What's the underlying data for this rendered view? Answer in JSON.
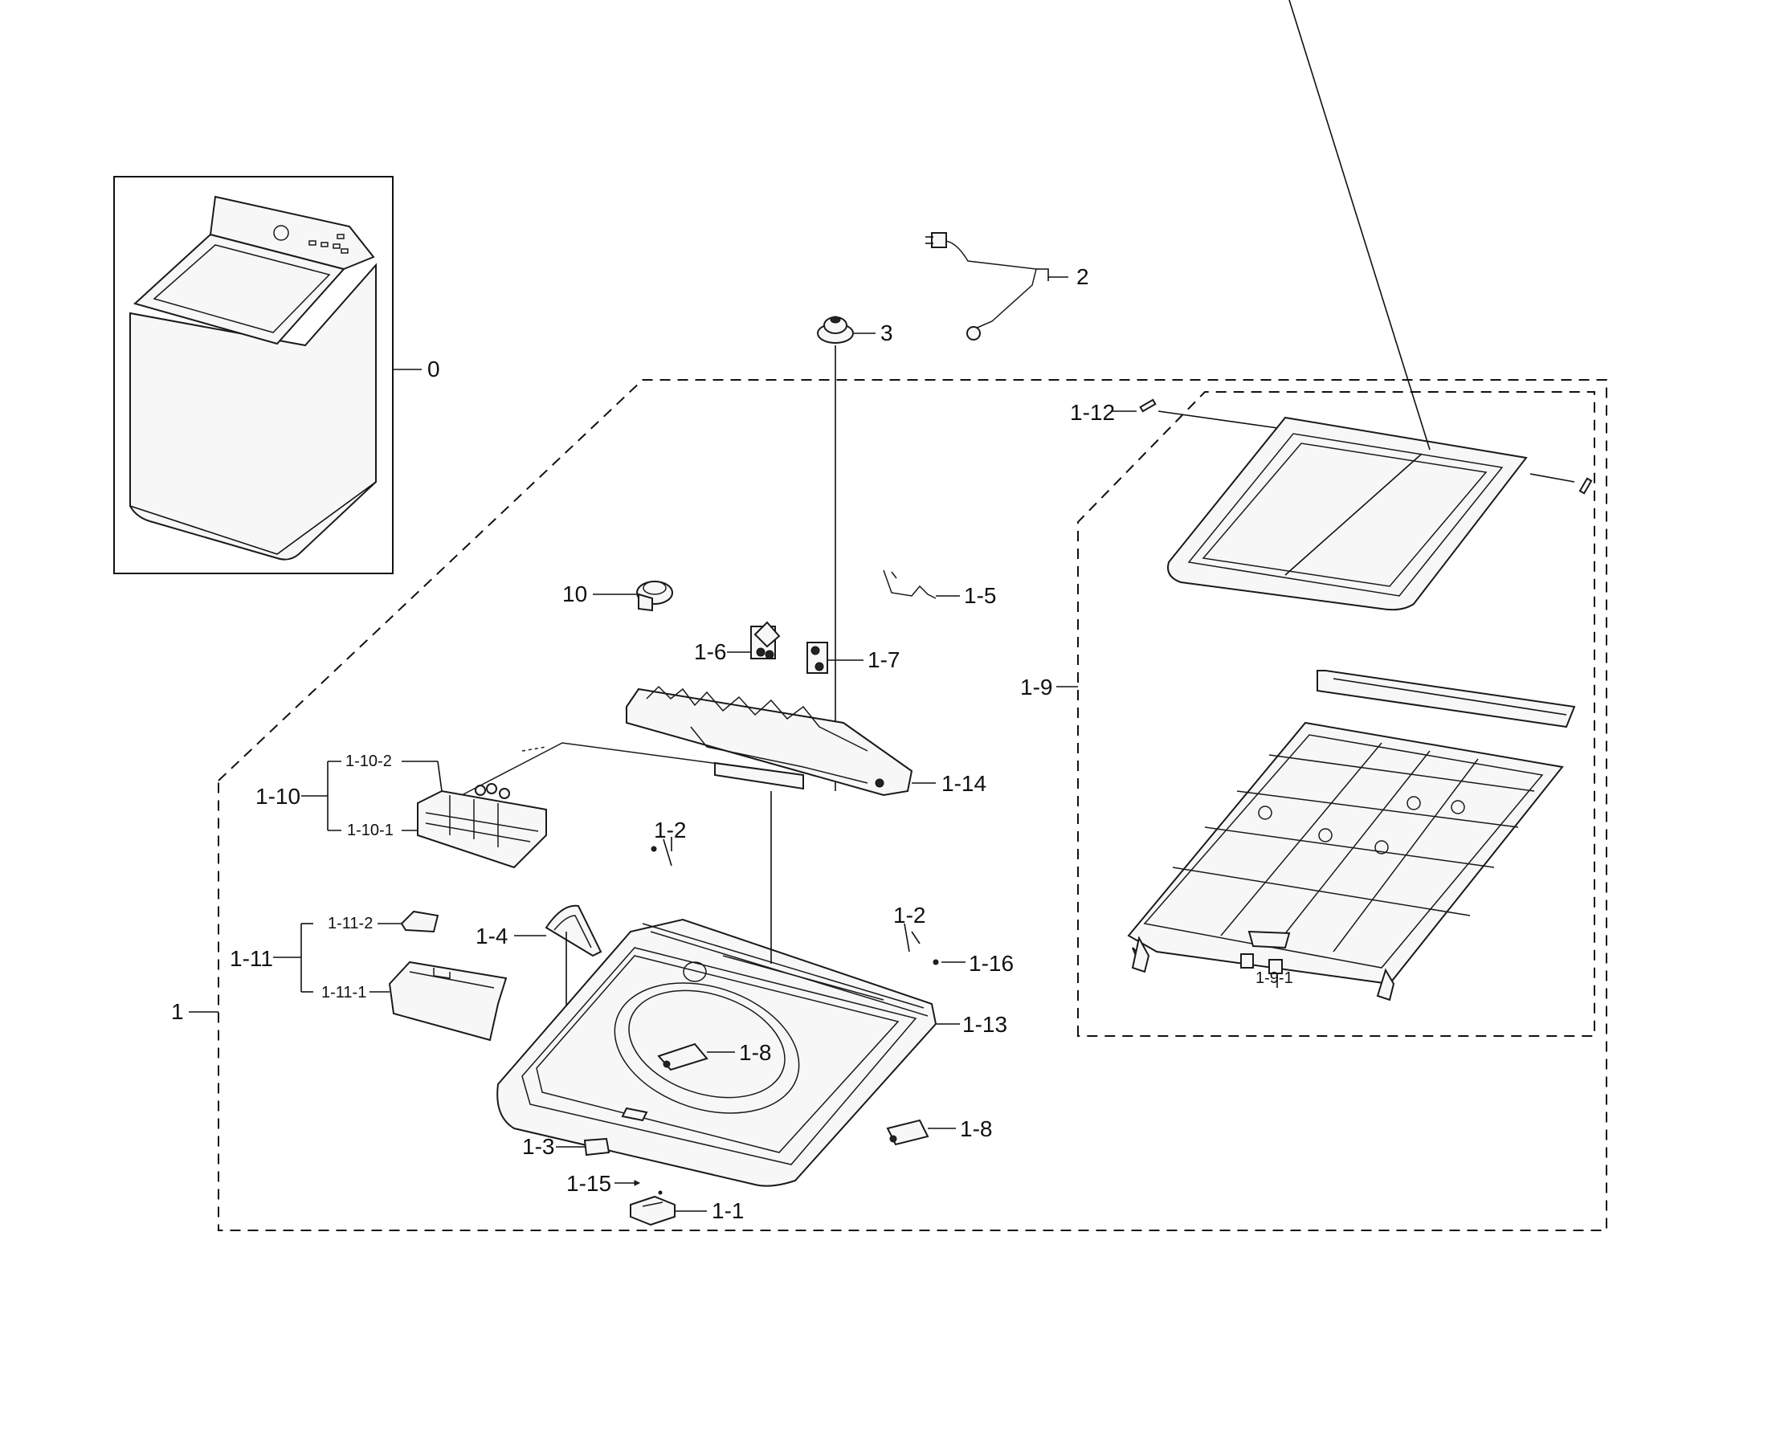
{
  "diagram": {
    "labels": {
      "l0": "0",
      "l1": "1",
      "l2": "2",
      "l3": "3",
      "l10": "10",
      "l1_1": "1-1",
      "l1_2a": "1-2",
      "l1_2b": "1-2",
      "l1_3": "1-3",
      "l1_4": "1-4",
      "l1_5": "1-5",
      "l1_6": "1-6",
      "l1_7": "1-7",
      "l1_8a": "1-8",
      "l1_8b": "1-8",
      "l1_9": "1-9",
      "l1_9_1": "1-9-1",
      "l1_10": "1-10",
      "l1_10_1": "1-10-1",
      "l1_10_2": "1-10-2",
      "l1_11": "1-11",
      "l1_11_1": "1-11-1",
      "l1_11_2": "1-11-2",
      "l1_12": "1-12",
      "l1_13": "1-13",
      "l1_14": "1-14",
      "l1_15": "1-15",
      "l1_16": "1-16"
    }
  }
}
